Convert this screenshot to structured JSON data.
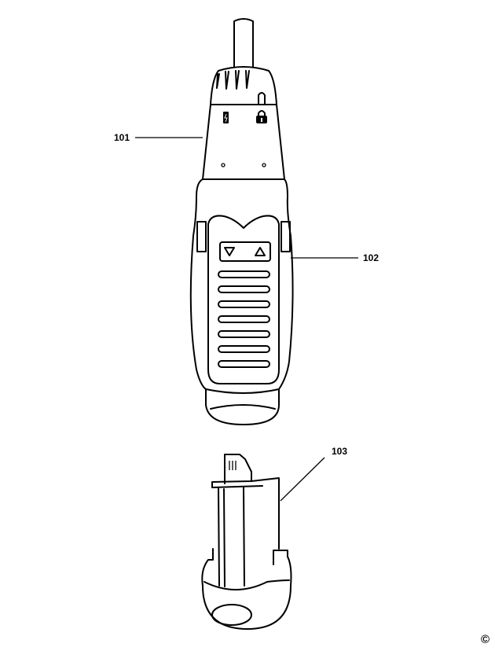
{
  "callouts": [
    {
      "id": "101",
      "part": "tool-body"
    },
    {
      "id": "102",
      "part": "handle"
    },
    {
      "id": "103",
      "part": "battery-pack"
    }
  ],
  "copyright": "©"
}
